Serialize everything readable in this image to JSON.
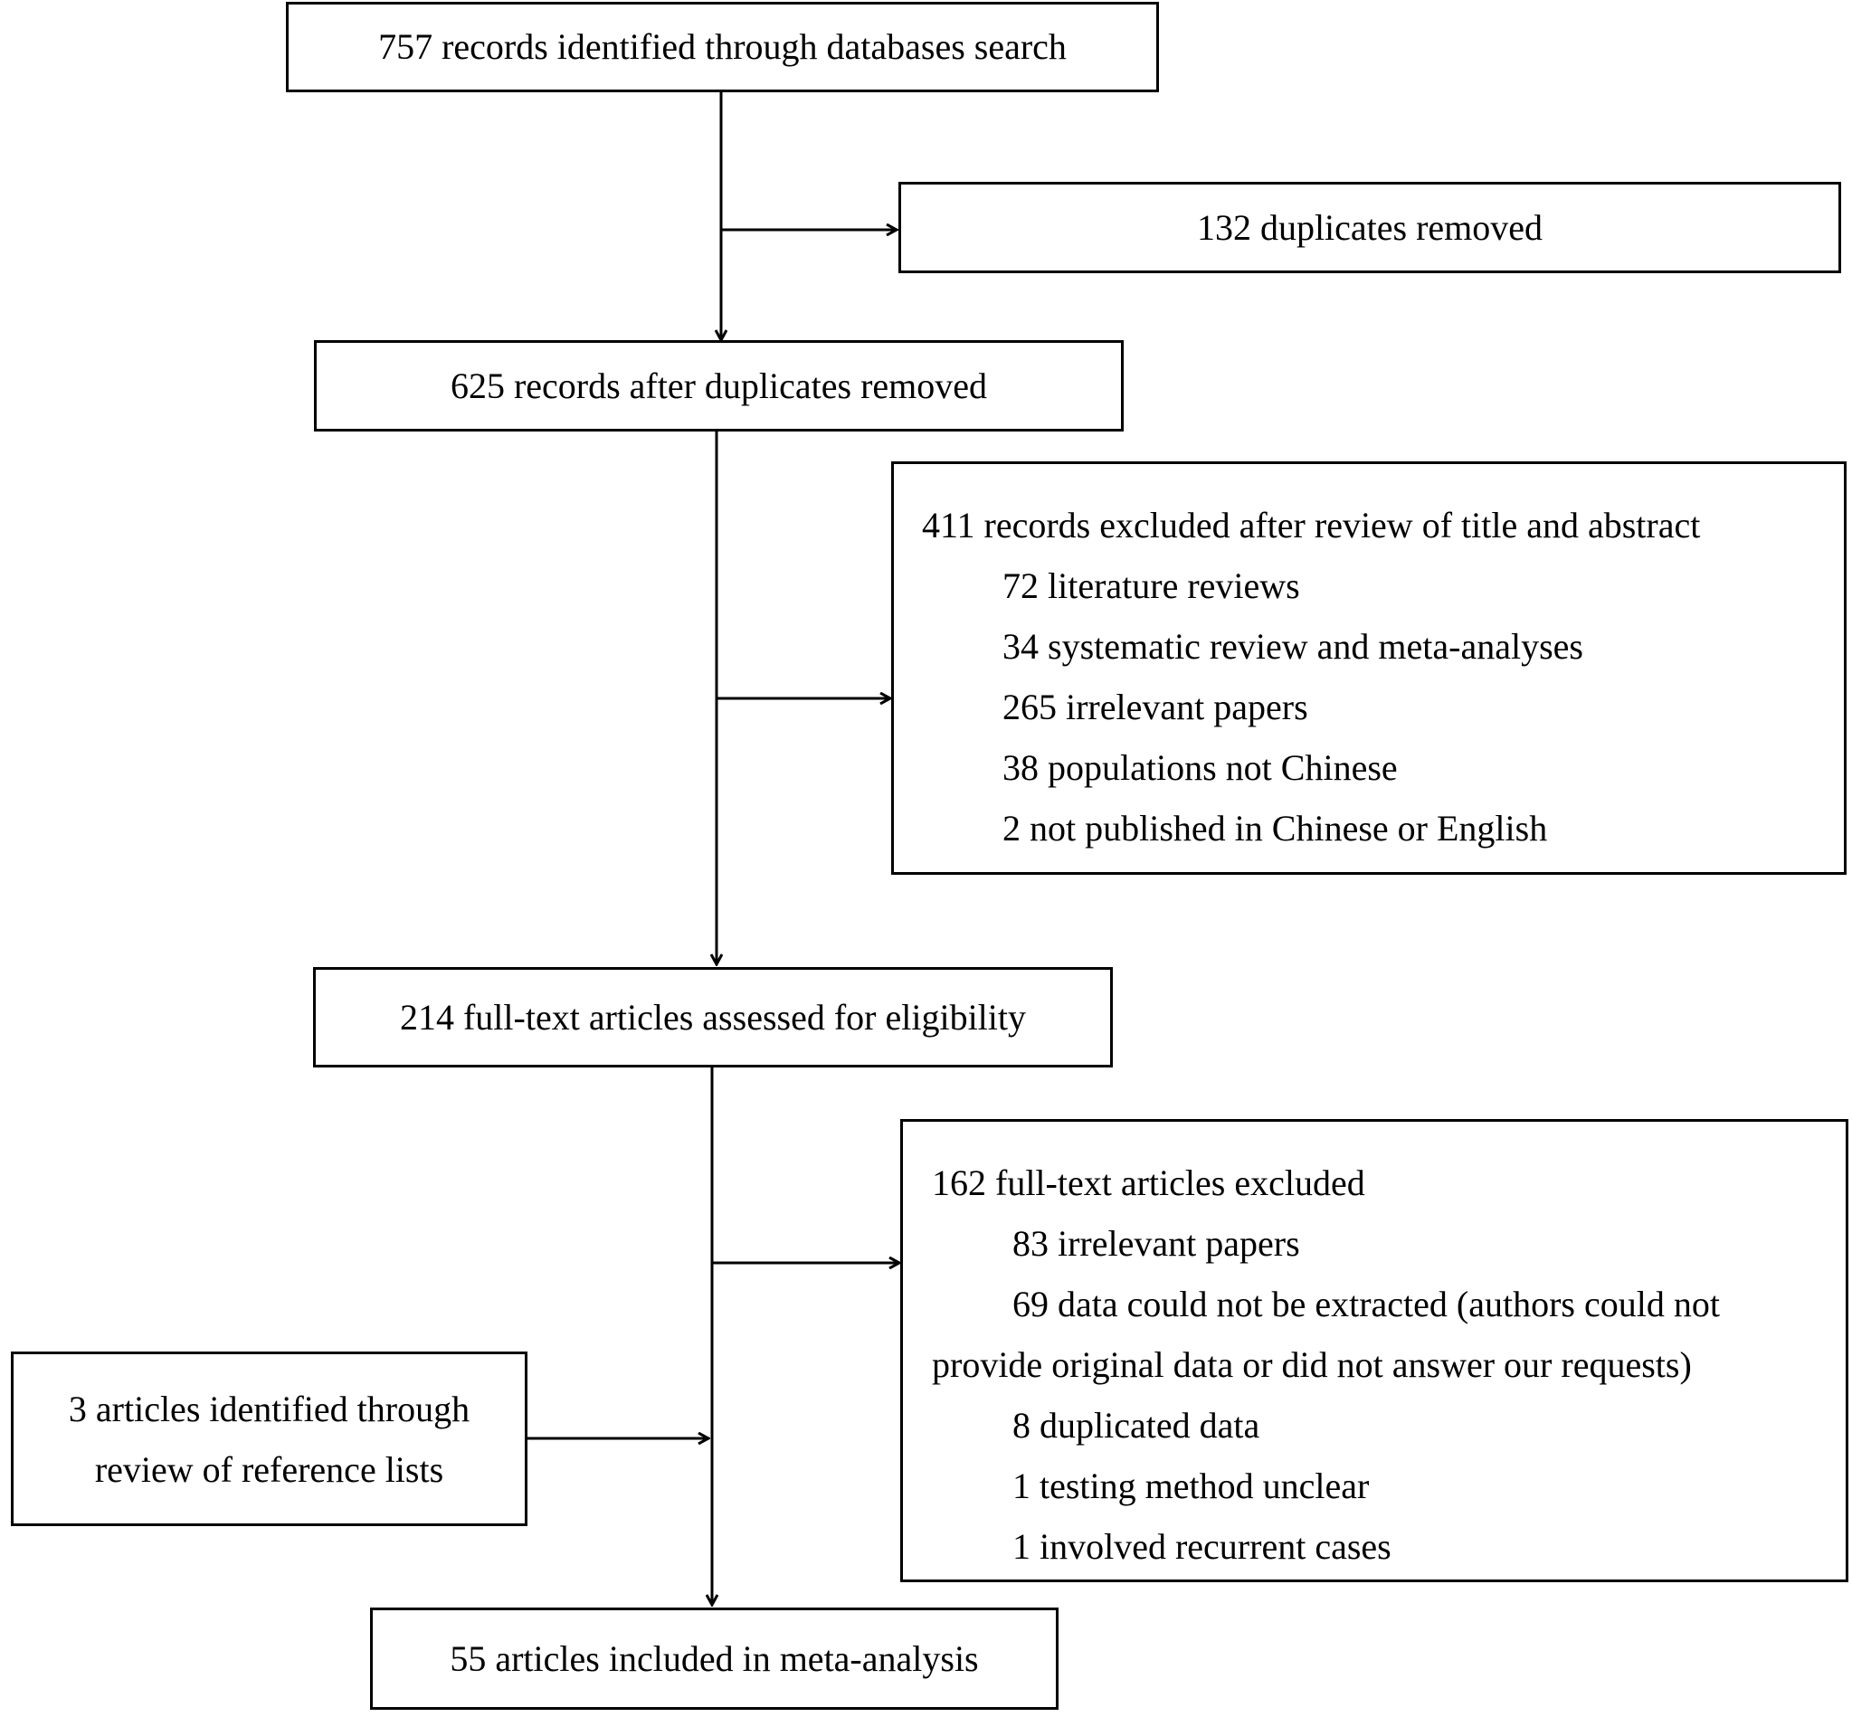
{
  "flow": {
    "identified": "757 records identified through databases search",
    "duplicates_removed": "132 duplicates removed",
    "after_duplicates": "625 records after duplicates removed",
    "excluded_title_abstract": {
      "title": "411 records excluded after review of title and abstract",
      "items": [
        "72 literature reviews",
        "34 systematic review and meta-analyses",
        "265 irrelevant papers",
        "38 populations not Chinese",
        "2 not published in Chinese or English"
      ]
    },
    "full_text_assessed": "214 full-text articles assessed for eligibility",
    "full_text_excluded": {
      "title": "162 full-text articles excluded",
      "items": [
        "83 irrelevant papers",
        "69 data could not be extracted (authors could not",
        "provide original data or did not answer our requests)",
        "8 duplicated data",
        "1 testing method unclear",
        "1 involved recurrent cases"
      ]
    },
    "reference_lists": {
      "line1": "3 articles identified through",
      "line2": "review of reference lists"
    },
    "included": "55 articles included in meta-analysis"
  }
}
